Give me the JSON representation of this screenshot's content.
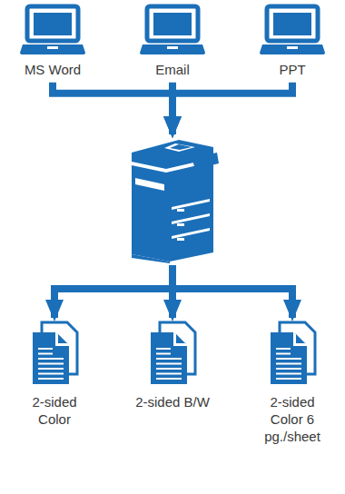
{
  "diagram": {
    "nodes": [
      {
        "text": [
          "MS Word"
        ]
      },
      {
        "text": [
          "Email"
        ]
      },
      {
        "text": [
          "PPT"
        ]
      },
      {
        "text": []
      },
      {
        "text": [
          "2-sided Color"
        ]
      },
      {
        "text": [
          "2-sided B/W"
        ]
      },
      {
        "text": [
          "2-sided Color 6 pg./sheet"
        ]
      }
    ],
    "edges": [
      {
        "from": 0,
        "to": 3,
        "arrow": "to"
      },
      {
        "from": 1,
        "to": 3,
        "arrow": "to"
      },
      {
        "from": 2,
        "to": 3,
        "arrow": "to"
      },
      {
        "from": 3,
        "to": 4,
        "arrow": "to"
      },
      {
        "from": 3,
        "to": 5,
        "arrow": "to"
      },
      {
        "from": 3,
        "to": 6,
        "arrow": "to"
      }
    ]
  }
}
